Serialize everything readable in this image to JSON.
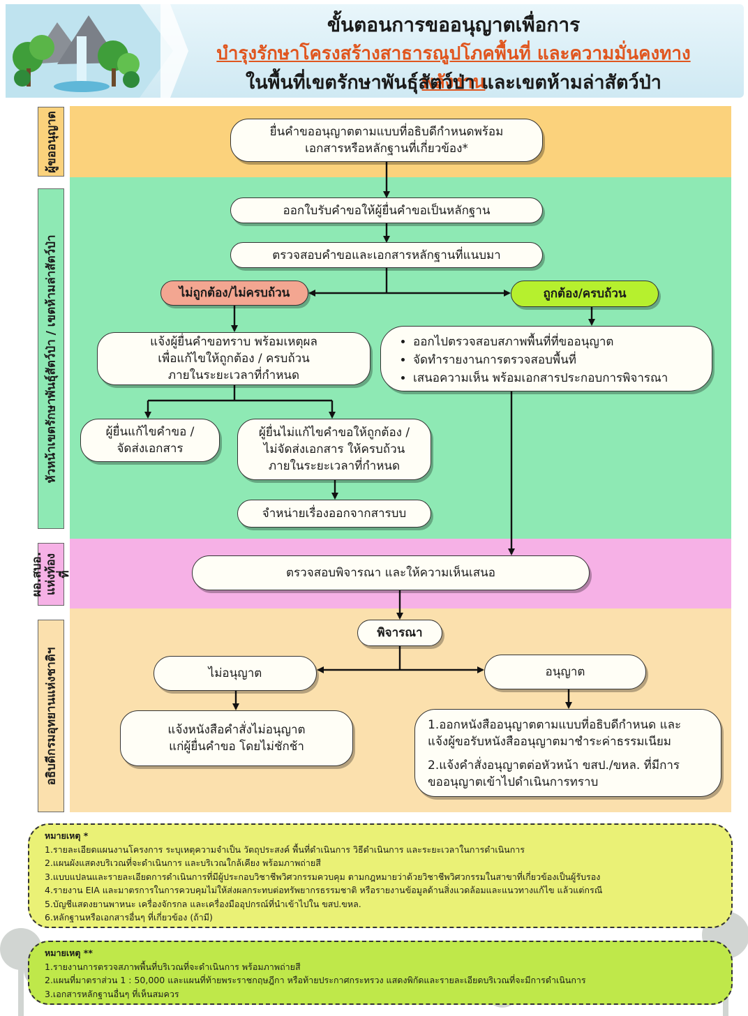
{
  "header": {
    "title_line1": "ขั้นตอนการขออนุญาตเพื่อการ",
    "title_line2": "บำรุงรักษาโครงสร้างสาธารณูปโภคพื้นที่ และความมั่นคงทางพลังงาน",
    "title_line3": "ในพื้นที่เขตรักษาพันธุ์สัตว์ป่า และเขตห้ามล่าสัตว์ป่า",
    "logo_icon": "forest-waterfall-illustration"
  },
  "lanes": {
    "applicant": "ผู้ขออนุญาต",
    "sanctuary_head": "หัวหน้าเขตรักษาพันธุ์สัตว์ป่า / เขตห้ามล่าสัตว์ป่า",
    "office_director": "ผอ.สบอ. แห่งท้องที่",
    "director_general": "อธิบดีกรมอุทยานแห่งชาติฯ"
  },
  "nodes": {
    "submit": "ยื่นคำขออนุญาตตามแบบที่อธิบดีกำหนดพร้อม\nเอกสารหรือหลักฐานที่เกี่ยวข้อง*",
    "receipt": "ออกใบรับคำขอให้ผู้ยื่นคำขอเป็นหลักฐาน",
    "check_docs": "ตรวจสอบคำขอและเอกสารหลักฐานที่แนบมา",
    "incorrect": "ไม่ถูกต้อง/ไม่ครบถ้วน",
    "correct": "ถูกต้อง/ครบถ้วน",
    "notify_fix": "แจ้งผู้ยื่นคำขอทราบ พร้อมเหตุผล\nเพื่อแก้ไขให้ถูกต้อง / ครบถ้วน\nภายในระยะเวลาที่กำหนด",
    "inspection_items": [
      "ออกไปตรวจสอบสภาพพื้นที่ที่ขออนุญาต",
      "จัดทำรายงานการตรวจสอบพื้นที่",
      "เสนอความเห็น พร้อมเอกสารประกอบการพิจารณา"
    ],
    "applicant_fixed": "ผู้ยื่นแก้ไขคำขอ /\nจัดส่งเอกสาร",
    "applicant_not_fixed": "ผู้ยื่นไม่แก้ไขคำขอให้ถูกต้อง /\nไม่จัดส่งเอกสาร ให้ครบถ้วน\nภายในระยะเวลาที่กำหนด",
    "dismiss": "จำหน่ายเรื่องออกจากสารบบ",
    "review": "ตรวจสอบพิจารณา และให้ความเห็นเสนอ",
    "consider": "พิจารณา",
    "not_permit": "ไม่อนุญาต",
    "permit": "อนุญาต",
    "notify_reject": "แจ้งหนังสือคำสั่งไม่อนุญาต\nแก่ผู้ยื่นคำขอ โดยไม่ชักช้า",
    "permit_steps": [
      "1.ออกหนังสืออนุญาตตามแบบที่อธิบดีกำหนด และ\nแจ้งผู้ขอรับหนังสืออนุญาตมาชำระค่าธรรมเนียม",
      "2.แจ้งคำสั่งอนุญาตต่อหัวหน้า ขสป./ขหล. ที่มีการ\nขออนุญาตเข้าไปดำเนินการทราบ"
    ]
  },
  "note1": {
    "title": "หมายเหตุ *",
    "items": [
      "1.รายละเอียดแผนงานโครงการ ระบุเหตุความจำเป็น วัตถุประสงค์ พื้นที่ดำเนินการ วิธีดำเนินการ และระยะเวลาในการดำเนินการ",
      "2.แผนผังแสดงบริเวณที่จะดำเนินการ และบริเวณใกล้เคียง พร้อมภาพถ่ายสี",
      "3.แบบแปลนและรายละเอียดการดำเนินการที่มีผู้ประกอบวิชาชีพวิศวกรรมควบคุม ตามกฎหมายว่าด้วยวิชาชีพวิศวกรรมในสาขาที่เกี่ยวข้องเป็นผู้รับรอง",
      "4.รายงาน EIA และมาตรการในการควบคุมไม่ให้ส่งผลกระทบต่อทรัพยากรธรรมชาติ หรือรายงานข้อมูลด้านสิ่งแวดล้อมและแนวทางแก้ไข แล้วแต่กรณี",
      "5.บัญชีแสดงยานพาหนะ เครื่องจักรกล และเครื่องมืออุปกรณ์ที่นำเข้าไปใน ขสป.ขหล.",
      "6.หลักฐานหรือเอกสารอื่นๆ ที่เกี่ยวข้อง (ถ้ามี)"
    ]
  },
  "note2": {
    "title": "หมายเหตุ **",
    "items": [
      "1.รายงานการตรวจสภาพพื้นที่บริเวณที่จะดำเนินการ พร้อมภาพถ่ายสี",
      "2.แผนที่มาตราส่วน 1 : 50,000 และแผนที่ท้ายพระราชกฤษฎีกา หรือท้ายประกาศกระทรวง แสดงพิกัดและรายละเอียดบริเวณที่จะมีการดำเนินการ",
      "3.เอกสารหลักฐานอื่นๆ ที่เห็นสมควร"
    ]
  },
  "colors": {
    "lane_applicant": "#fbd27c",
    "lane_sanctuary": "#8ee9b4",
    "lane_office": "#f6b1e6",
    "lane_director": "#fbe0ad",
    "incorrect": "#f3a691",
    "correct": "#b6f02e",
    "title_accent": "#e0561f"
  }
}
